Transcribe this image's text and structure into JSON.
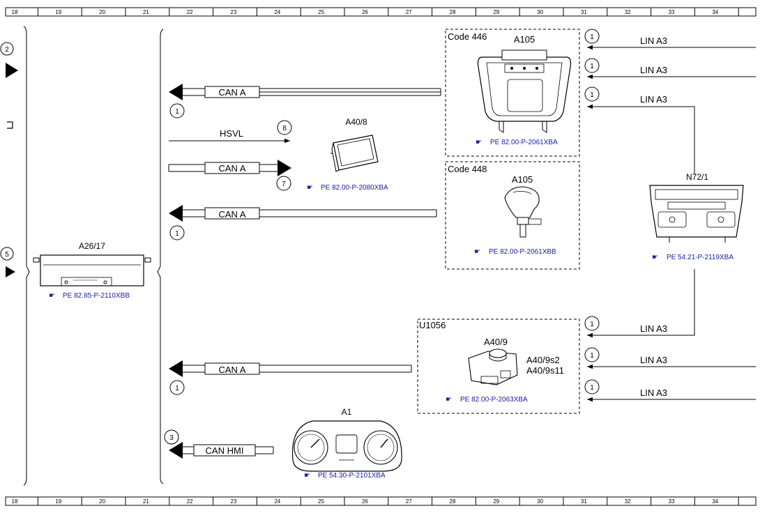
{
  "ruler": [
    "18",
    "19",
    "20",
    "21",
    "22",
    "23",
    "24",
    "25",
    "26",
    "27",
    "28",
    "29",
    "30",
    "31",
    "32",
    "33",
    "34"
  ],
  "left_edge": {
    "circle_top": "2",
    "circle_bottom": "5"
  },
  "boxes": {
    "code446": {
      "label": "Code 446",
      "component": "A105",
      "ref": "PE 82.00-P-2061XBA"
    },
    "code448": {
      "label": "Code 448",
      "component": "A105",
      "ref": "PE 82.00-P-2061XBB"
    },
    "u1056": {
      "label": "U1056",
      "component": "A40/9",
      "sub1": "A40/9s2",
      "sub2": "A40/9s11",
      "ref": "PE 82.00-P-2063XBA"
    }
  },
  "components": {
    "a26": {
      "label": "A26/17",
      "ref": "PE 82.85-P-2110XBB"
    },
    "a40_8": {
      "label": "A40/8",
      "ref": "PE 82.00-P-2080XBA"
    },
    "n72": {
      "label": "N72/1",
      "ref": "PE 54.21-P-2119XBA"
    },
    "a1": {
      "label": "A1",
      "ref": "PE 54.30-P-2101XBA"
    }
  },
  "buses": {
    "can_a": "CAN A",
    "can_hmi": "CAN HMI",
    "hsvl": "HSVL",
    "lin_a3": "LIN A3"
  },
  "markers": {
    "m1": "1",
    "m3": "3",
    "m7": "7",
    "m8": "8"
  }
}
